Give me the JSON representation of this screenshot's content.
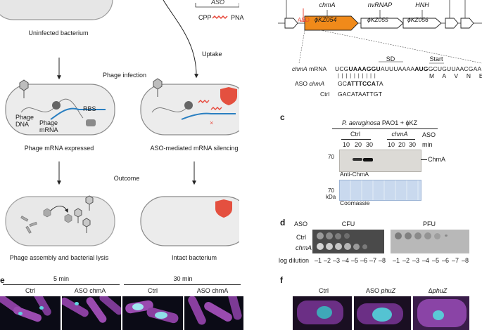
{
  "panel_a": {
    "uninfected_label": "Uninfected bacterium",
    "aso_label": "ASO",
    "cpp_label": "CPP",
    "pna_label": "PNA",
    "uptake_label": "Uptake",
    "phage_infection_label": "Phage infection",
    "phage_dna_label": "Phage DNA",
    "phage_mrna_label": "Phage mRNA",
    "rbs_label": "RBS",
    "phage_mrna_expressed_label": "Phage mRNA expressed",
    "aso_silencing_label": "ASO-mediated mRNA silencing",
    "outcome_label": "Outcome",
    "assembly_lysis_label": "Phage assembly and bacterial lysis",
    "intact_label": "Intact bacterium"
  },
  "panel_b": {
    "aso_label": "ASO",
    "genes": [
      "chmA",
      "nvRNAP",
      "HNH"
    ],
    "gene_boxes": [
      "ϕKZ054",
      "ϕKZ055",
      "ϕKZ056"
    ],
    "sd_label": "SD",
    "start_label": "Start",
    "mrna_label_gene": "chmA",
    "mrna_label_suffix": " mRNA",
    "mrna_seq_pre": "UCG",
    "mrna_seq_sd": "UAAAGGU",
    "mrna_seq_mid": "AUUUAAAA",
    "mrna_seq_start": "AUG",
    "mrna_seq_post": "GCUGUUAACGAA",
    "ticks": "| | | | | | | | | |",
    "amino_acids": "M     A     V     N     E",
    "aso_chmA_label_prefix": "ASO ",
    "aso_chmA_gene": "chmA",
    "aso_seq_pre": "GC",
    "aso_seq_bold": "ATTTCCA",
    "aso_seq_post": "TA",
    "ctrl_label": "Ctrl",
    "ctrl_seq": "GACATAATTGT"
  },
  "panel_c": {
    "letter": "c",
    "title_species": "P. aeruginosa",
    "title_rest": " PAO1 + ϕKZ",
    "ctrl_label": "Ctrl",
    "chmA_label": "chmA",
    "aso_label": "ASO",
    "times": [
      "10",
      "20",
      "30",
      "10",
      "20",
      "30"
    ],
    "min_label": "min",
    "marker_70_a": "70",
    "band_label": "ChmA",
    "anti_label": "Anti-ChmA",
    "marker_70_b": "70",
    "kda_label": "kDa",
    "coomassie_label": "Coomassie"
  },
  "panel_d": {
    "letter": "d",
    "aso_label": "ASO",
    "cfu_label": "CFU",
    "pfu_label": "PFU",
    "row_ctrl": "Ctrl",
    "row_chmA": "chmA",
    "log_dilution_label": "log dilution",
    "dilutions": [
      "–1",
      "–2",
      "–3",
      "–4",
      "–5",
      "–6",
      "–7",
      "–8"
    ]
  },
  "panel_e": {
    "letter": "e",
    "time_5": "5 min",
    "time_30": "30 min",
    "col_ctrl_1": "Ctrl",
    "col_aso_1": "ASO chmA",
    "col_ctrl_2": "Ctrl",
    "col_aso_2": "ASO chmA"
  },
  "panel_f": {
    "letter": "f",
    "col_ctrl": "Ctrl",
    "col_aso_prefix": "ASO ",
    "col_aso_gene": "phuZ",
    "col_delta_prefix": "Δ",
    "col_delta_gene": "phuZ"
  },
  "colors": {
    "gene_highlight": "#f08a1a",
    "aso_red": "#e8473a",
    "mrna_blue": "#2a7fc1",
    "shield_red": "#e4503f"
  }
}
